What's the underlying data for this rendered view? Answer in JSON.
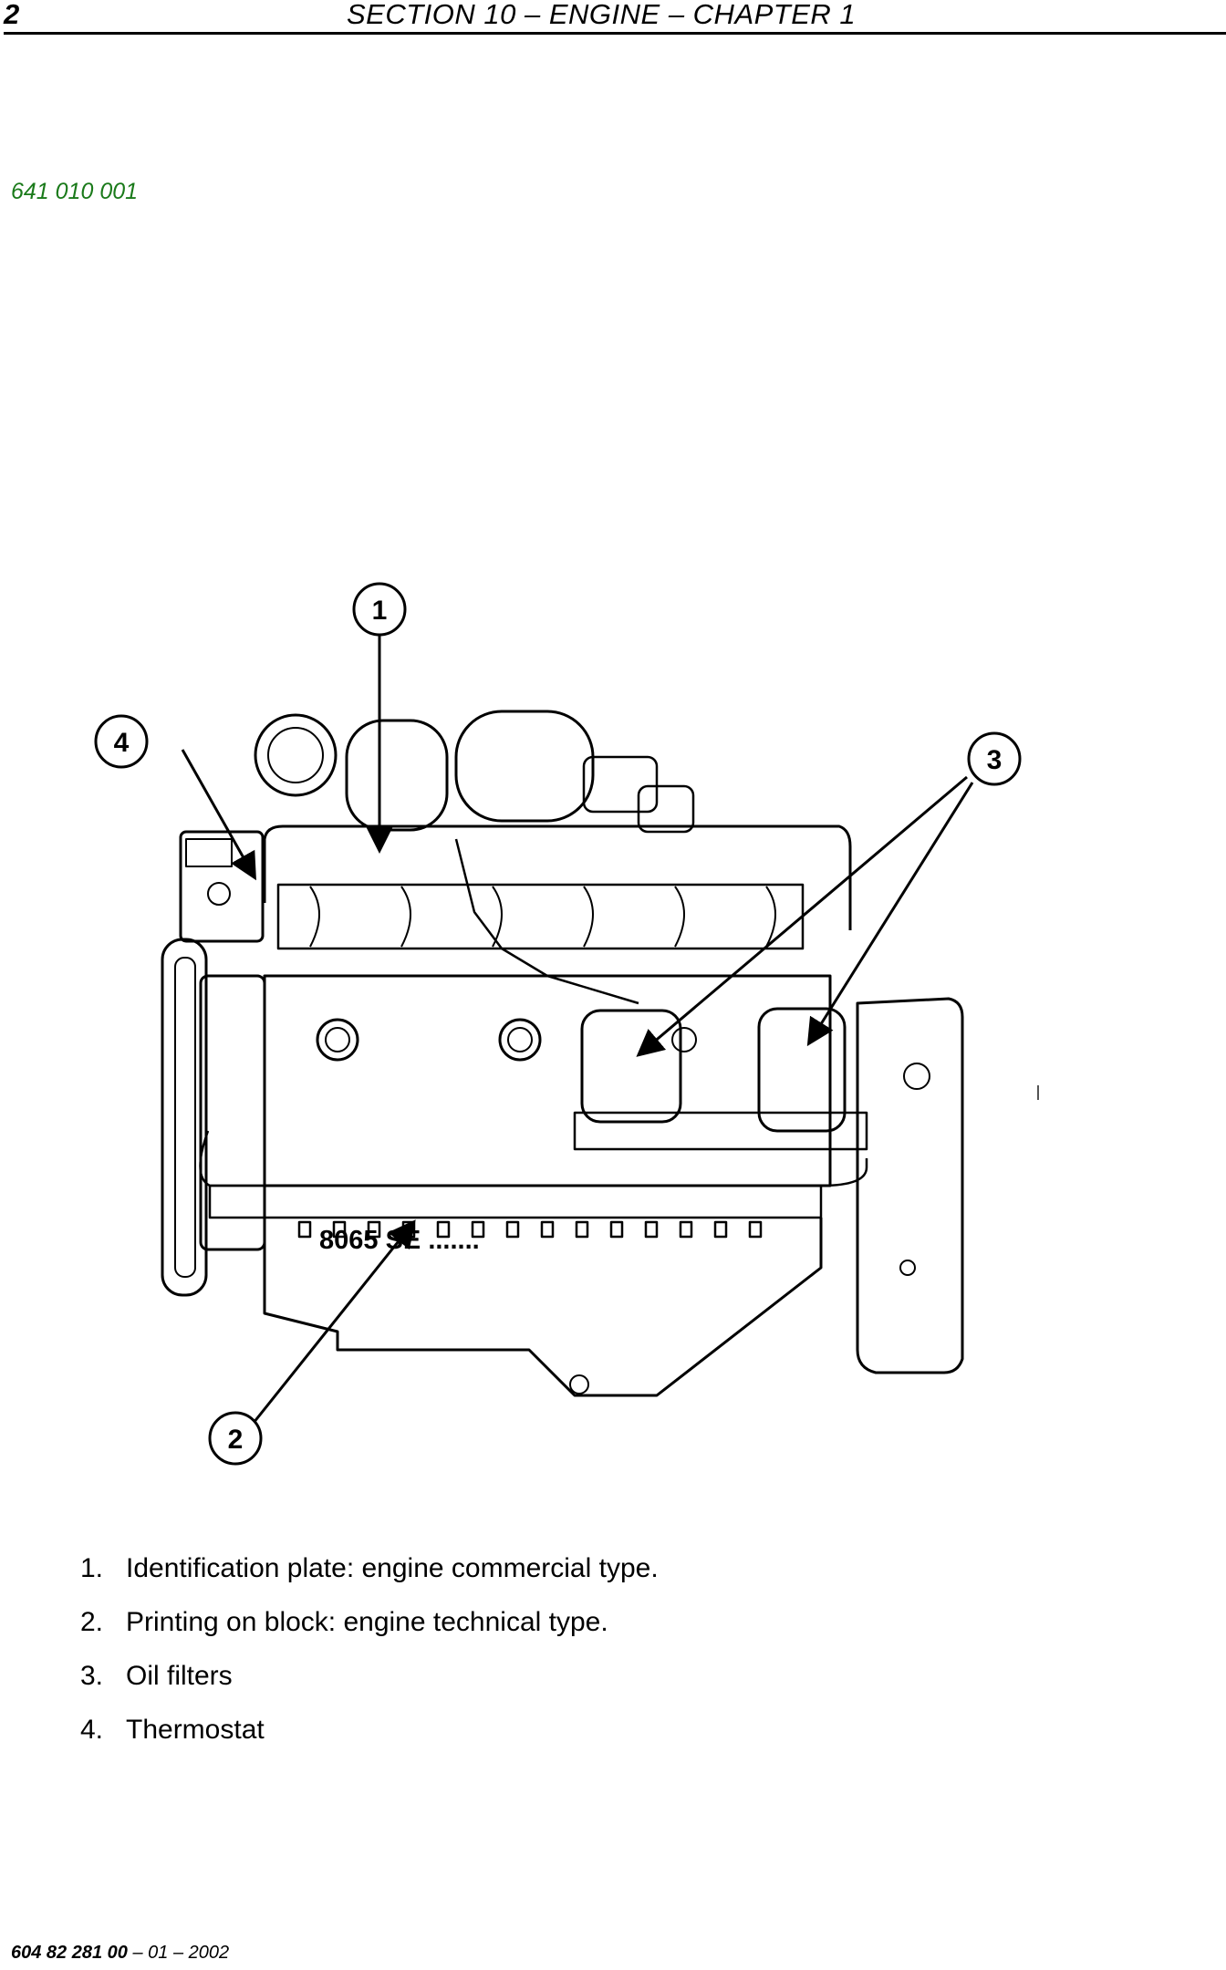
{
  "header": {
    "page_number": "2",
    "section_title": "SECTION 10 – ENGINE – CHAPTER 1"
  },
  "figure": {
    "reference": "641 010 001",
    "callouts": [
      "1",
      "2",
      "3",
      "4"
    ],
    "block_marking": "8065 SE ......."
  },
  "legend": [
    {
      "num": "1.",
      "text": "Identification plate: engine commercial type."
    },
    {
      "num": "2.",
      "text": "Printing on block: engine technical type."
    },
    {
      "num": "3.",
      "text": "Oil filters"
    },
    {
      "num": "4.",
      "text": "Thermostat"
    }
  ],
  "footer": {
    "doc_code": "604 82 281 00",
    "revision": "– 01 – 2002"
  }
}
